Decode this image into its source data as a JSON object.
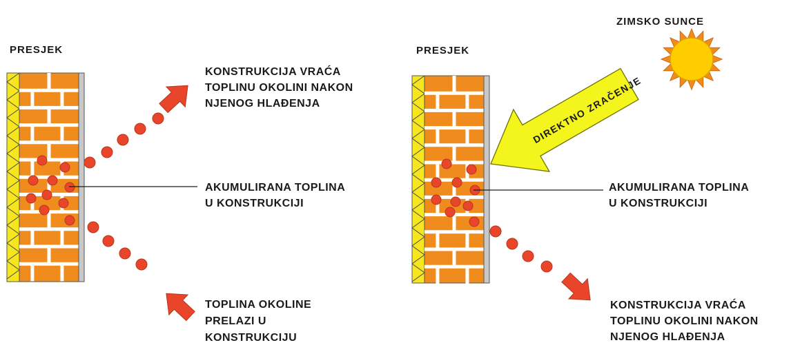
{
  "left_panel": {
    "section_label": "PRESJEK",
    "release_label": [
      "KONSTRUKCIJA VRAĆA",
      "TOPLINU OKOLINI NAKON",
      "NJENOG HLAĐENJA"
    ],
    "stored_label": [
      "AKUMULIRANA TOPLINA",
      "U KONSTRUKCIJI"
    ],
    "intake_label": [
      "TOPLINA OKOLINE",
      "PRELAZI U",
      "KONSTRUKCIJU"
    ]
  },
  "right_panel": {
    "section_label": "PRESJEK",
    "sun_label": "ZIMSKO SUNCE",
    "radiation_label": "DIREKTNO ZRAČENJE",
    "stored_label": [
      "AKUMULIRANA TOPLINA",
      "U KONSTRUKCIJI"
    ],
    "release_label": [
      "KONSTRUKCIJA VRAĆA",
      "TOPLINU OKOLINI NAKON",
      "NJENOG HLAĐENJA"
    ]
  },
  "colors": {
    "brick": "#f08c1e",
    "mortar": "#ffffff",
    "insulation": "#f5e61e",
    "plaster": "#c8c8c8",
    "heat": "#e8452a",
    "sun": "#ffcc00",
    "sun_rays": "#f08c1e",
    "radiation_arrow": "#f5f51e"
  }
}
